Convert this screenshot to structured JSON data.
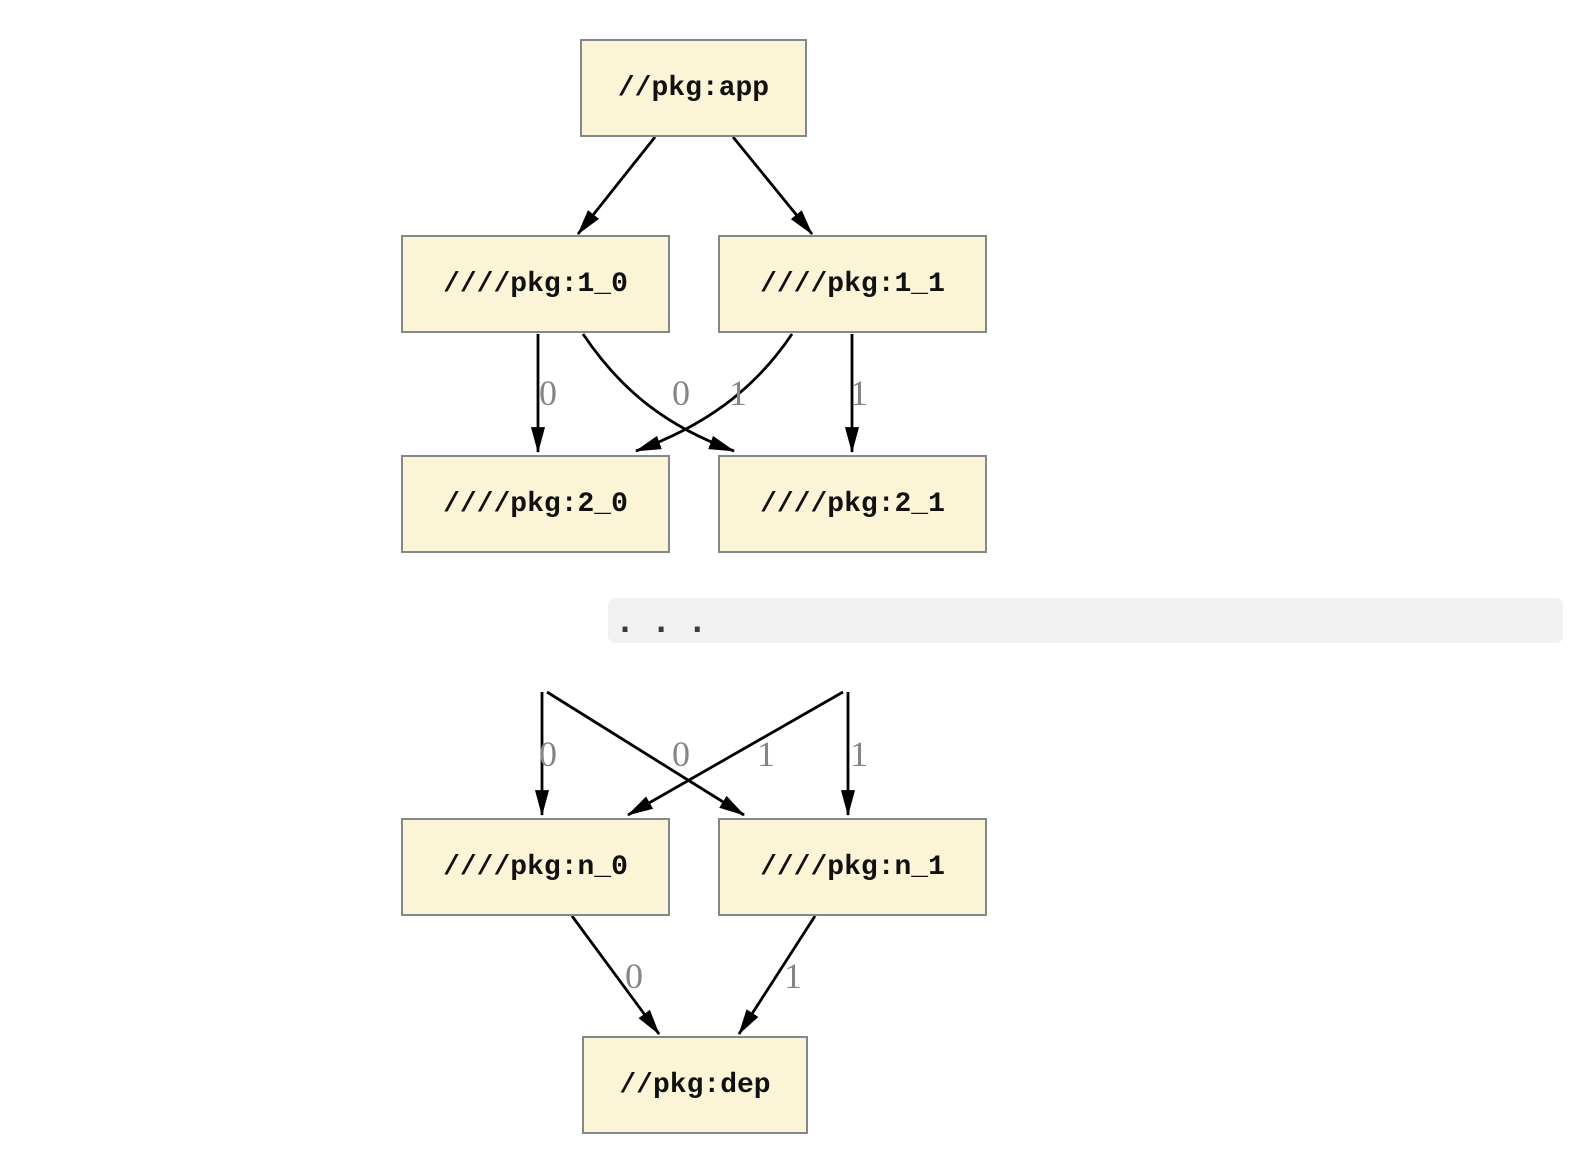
{
  "diagram": {
    "nodes": {
      "app": {
        "label": "//pkg:app"
      },
      "l1_0": {
        "label": "////pkg:1_0"
      },
      "l1_1": {
        "label": "////pkg:1_1"
      },
      "l2_0": {
        "label": "////pkg:2_0"
      },
      "l2_1": {
        "label": "////pkg:2_1"
      },
      "ln_0": {
        "label": "////pkg:n_0"
      },
      "ln_1": {
        "label": "////pkg:n_1"
      },
      "dep": {
        "label": "//pkg:dep"
      }
    },
    "ellipsis_text": ". . .",
    "edge_labels": {
      "l1_0_to_l2_0": "0",
      "l1_0_to_l2_1": "1",
      "l1_1_to_l2_0": "0",
      "l1_1_to_l2_1": "1",
      "upper_to_n0_straight": "0",
      "upper_to_n0_cross": "0",
      "upper_to_n1_cross": "1",
      "upper_to_n1_straight": "1",
      "n0_to_dep": "0",
      "n1_to_dep": "1"
    },
    "colors": {
      "node_fill": "#FBF4D7",
      "node_border": "#85888A",
      "edge": "#000000",
      "edge_label": "#858585",
      "ellipsis_bg": "#F1F1F1",
      "ellipsis_dots": "#3A3A3A",
      "background": "#FFFFFF"
    }
  }
}
